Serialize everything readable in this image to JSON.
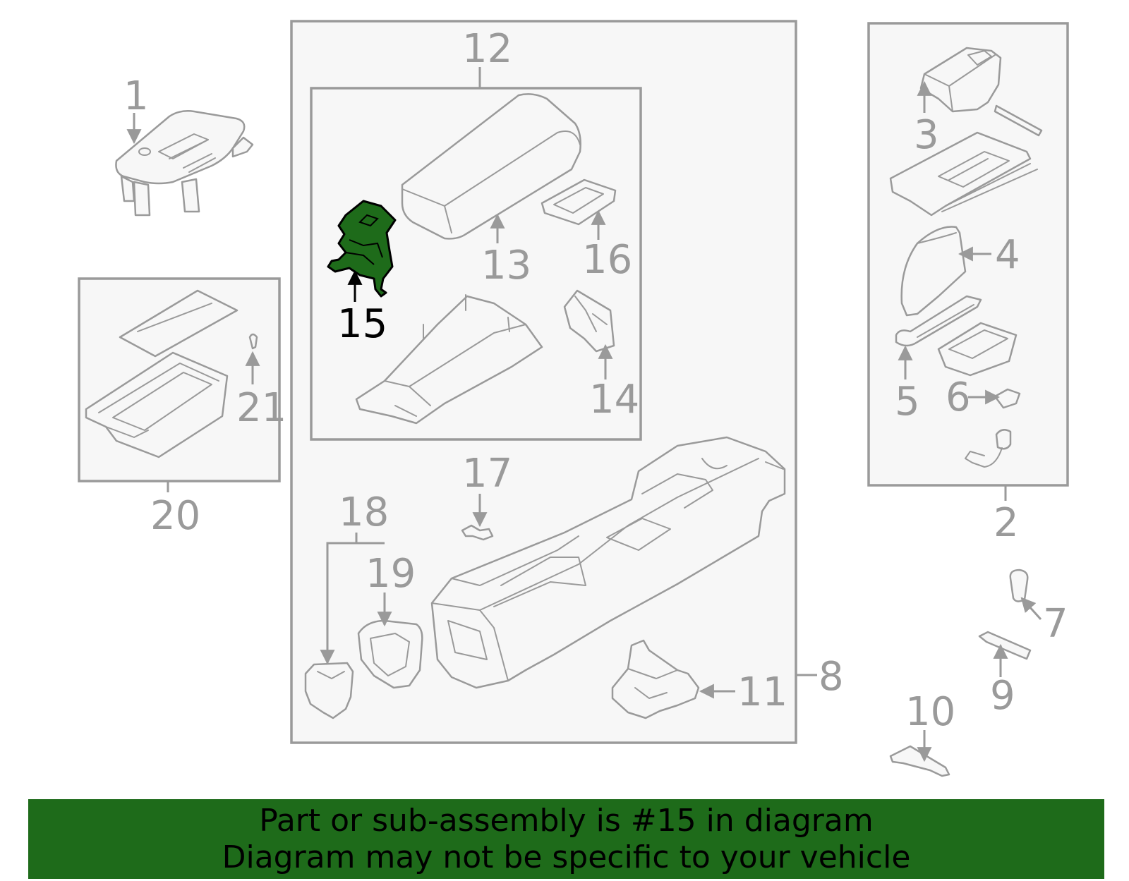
{
  "callouts": {
    "c1": "1",
    "c2": "2",
    "c3": "3",
    "c4": "4",
    "c5": "5",
    "c6": "6",
    "c7": "7",
    "c8": "8",
    "c9": "9",
    "c10": "10",
    "c11": "11",
    "c12": "12",
    "c13": "13",
    "c14": "14",
    "c15": "15",
    "c16": "16",
    "c17": "17",
    "c18": "18",
    "c19": "19",
    "c20": "20",
    "c21": "21"
  },
  "highlight": {
    "part_number": "15",
    "color": "#1e6b1a"
  },
  "colors": {
    "line": "#9a9a9a",
    "fill": "#f7f7f7",
    "banner": "#1e6b1a"
  },
  "banner": {
    "line1": "Part or sub-assembly is #15 in diagram",
    "line2": "Diagram may not be specific to your vehicle"
  }
}
